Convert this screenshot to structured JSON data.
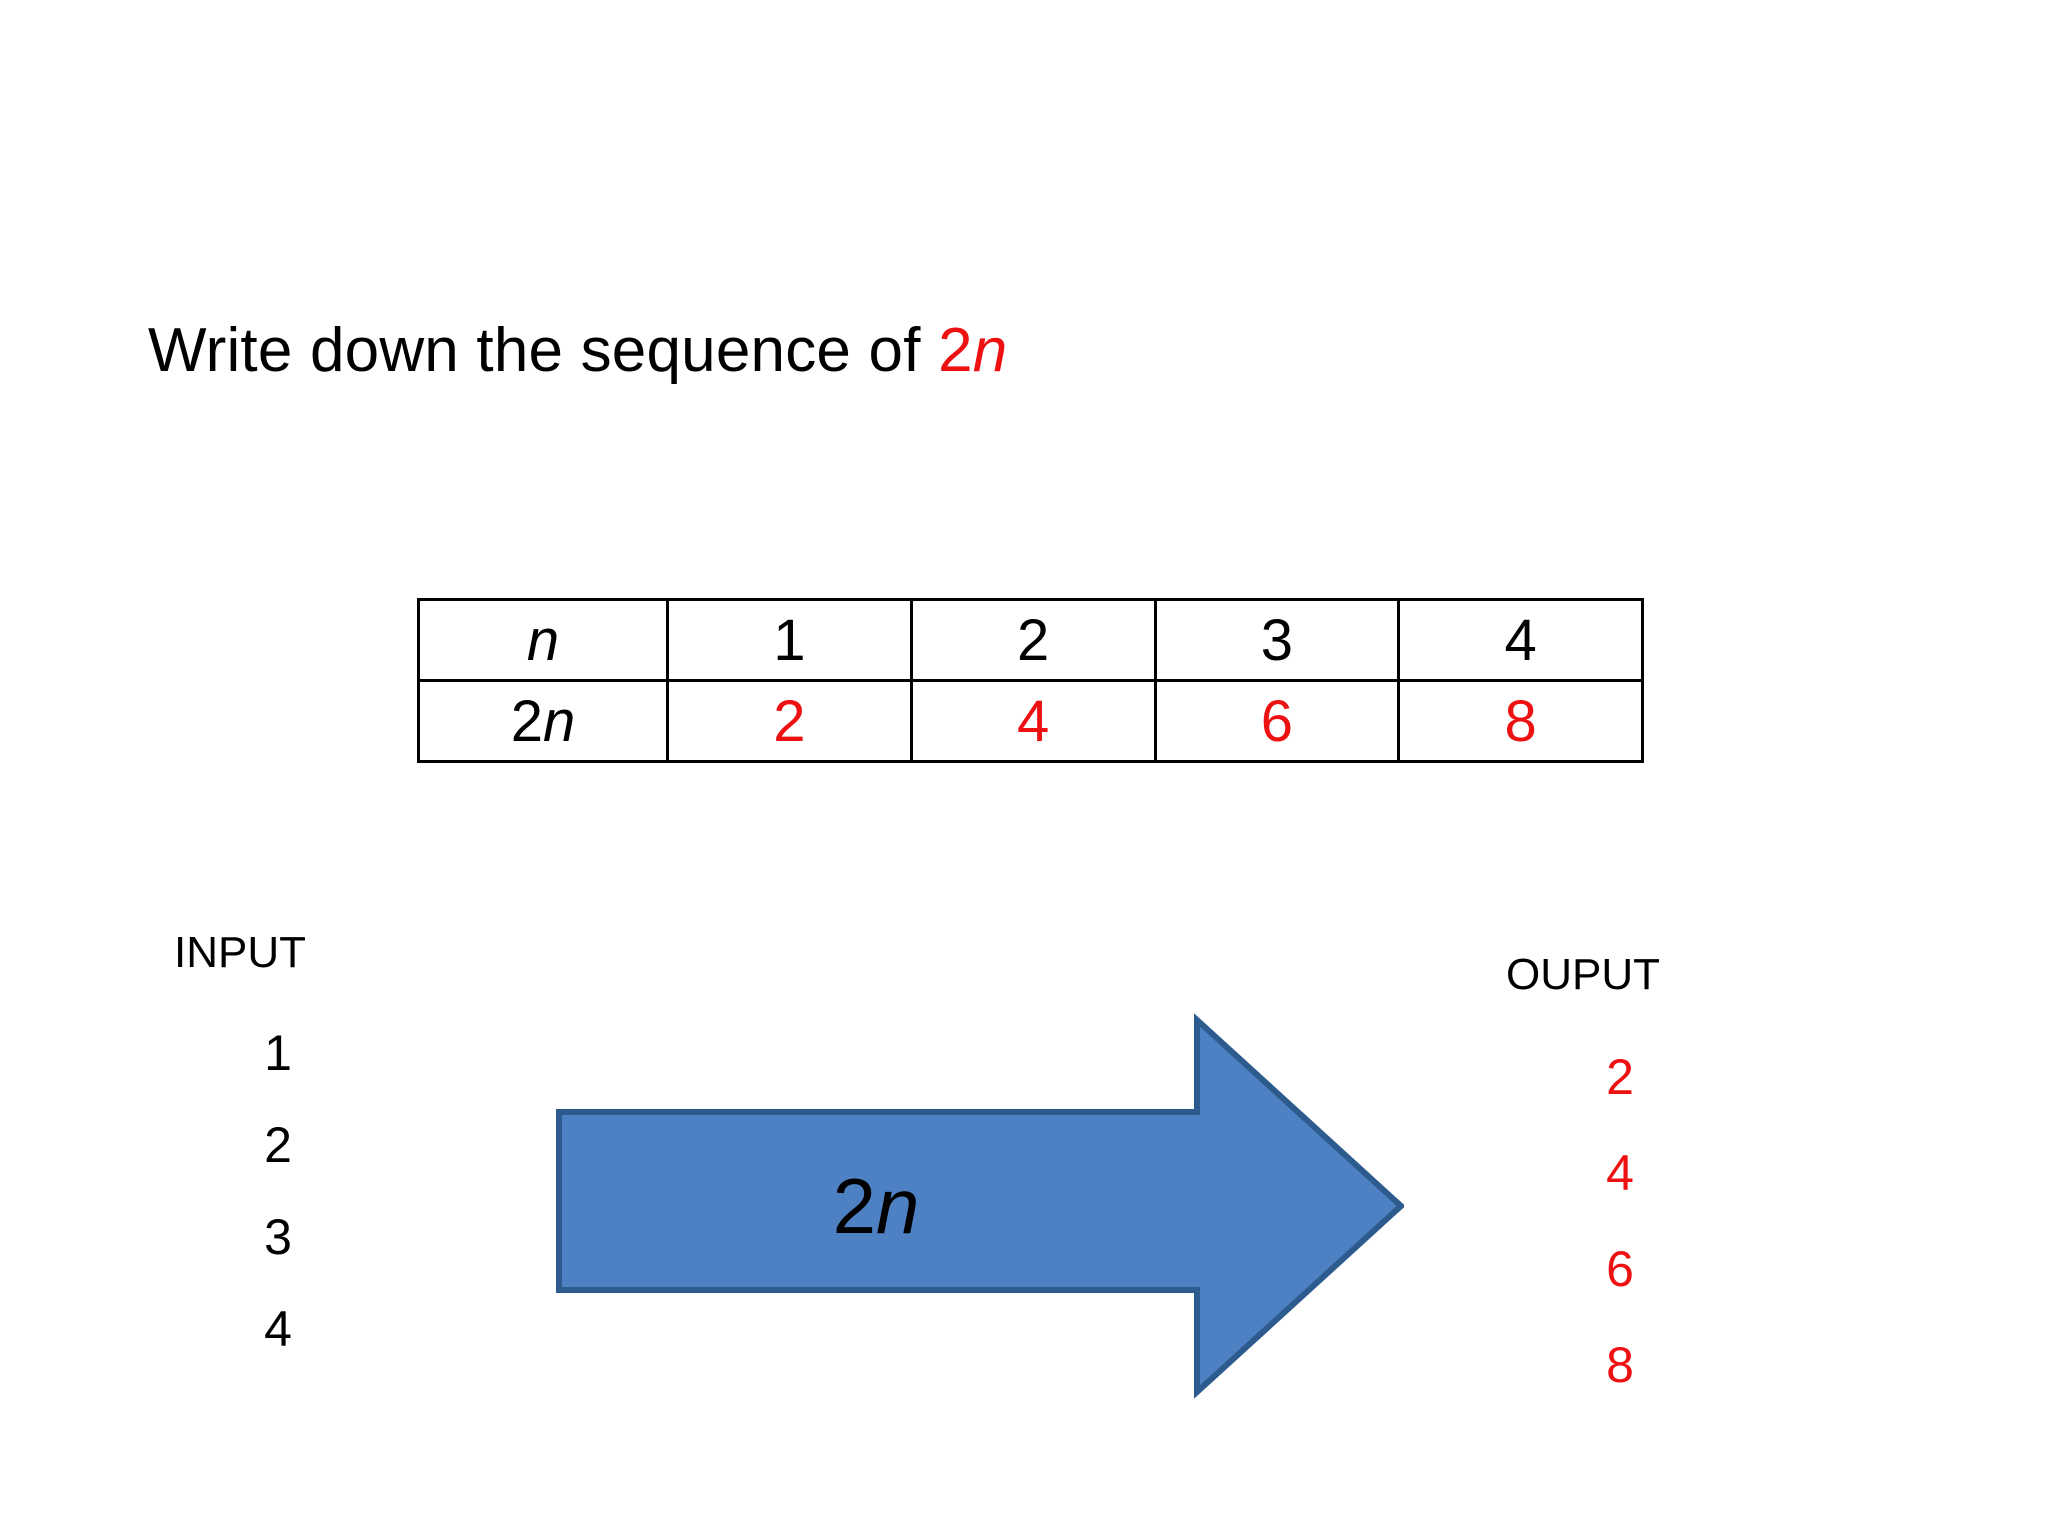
{
  "slide": {
    "background_color": "#ffffff",
    "title": {
      "prefix": "Write down the sequence of ",
      "expr_coefficient": "2",
      "expr_variable": "n"
    }
  },
  "colors": {
    "red": "#ee1111",
    "black": "#000000",
    "arrow_fill": "#4e81c3",
    "arrow_stroke": "#2e5b8e"
  },
  "table": {
    "row_header_n": "n",
    "row_header_2n_coefficient": "2",
    "row_header_2n_variable": "n",
    "n_values": [
      "1",
      "2",
      "3",
      "4"
    ],
    "double_values": [
      "2",
      "4",
      "6",
      "8"
    ]
  },
  "input": {
    "title": "INPUT",
    "values": [
      "1",
      "2",
      "3",
      "4"
    ]
  },
  "output": {
    "title": "OUPUT",
    "values": [
      "2",
      "4",
      "6",
      "8"
    ]
  },
  "arrow": {
    "label_coefficient": "2",
    "label_variable": "n"
  },
  "chart_data": {
    "type": "table",
    "title": "Write down the sequence of 2n",
    "categories": [
      "n",
      "1",
      "2",
      "3",
      "4"
    ],
    "series": [
      {
        "name": "n",
        "values": [
          1,
          2,
          3,
          4
        ]
      },
      {
        "name": "2n",
        "values": [
          2,
          4,
          6,
          8
        ]
      }
    ],
    "rule": "2n",
    "xlabel": "n",
    "ylabel": "2n",
    "annotations": [
      "INPUT",
      "OUPUT",
      "2n"
    ]
  }
}
